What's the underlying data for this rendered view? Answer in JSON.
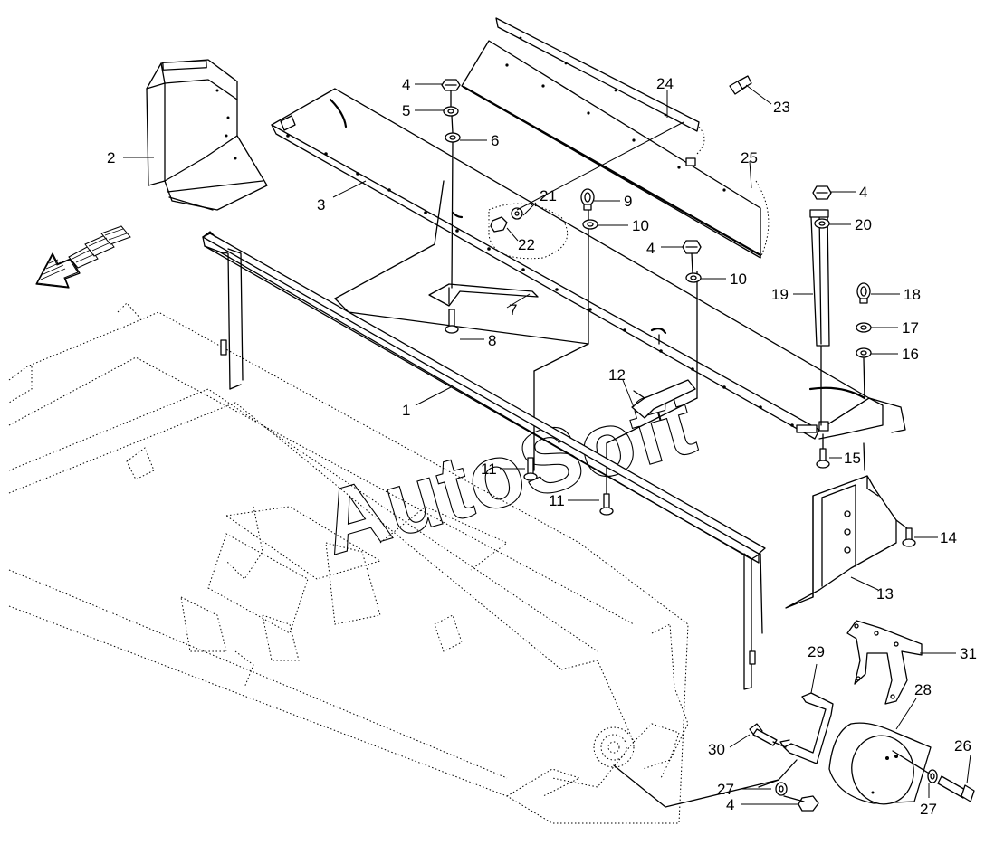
{
  "watermark": "AutoSoft",
  "callouts": [
    {
      "id": "c1",
      "text": "1"
    },
    {
      "id": "c2",
      "text": "2"
    },
    {
      "id": "c3",
      "text": "3"
    },
    {
      "id": "c4a",
      "text": "4"
    },
    {
      "id": "c4b",
      "text": "4"
    },
    {
      "id": "c4c",
      "text": "4"
    },
    {
      "id": "c4d",
      "text": "4"
    },
    {
      "id": "c5",
      "text": "5"
    },
    {
      "id": "c6",
      "text": "6"
    },
    {
      "id": "c7",
      "text": "7"
    },
    {
      "id": "c8",
      "text": "8"
    },
    {
      "id": "c9",
      "text": "9"
    },
    {
      "id": "c10a",
      "text": "10"
    },
    {
      "id": "c10b",
      "text": "10"
    },
    {
      "id": "c11a",
      "text": "11"
    },
    {
      "id": "c11b",
      "text": "11"
    },
    {
      "id": "c12",
      "text": "12"
    },
    {
      "id": "c13",
      "text": "13"
    },
    {
      "id": "c14",
      "text": "14"
    },
    {
      "id": "c15",
      "text": "15"
    },
    {
      "id": "c16",
      "text": "16"
    },
    {
      "id": "c17",
      "text": "17"
    },
    {
      "id": "c18",
      "text": "18"
    },
    {
      "id": "c19",
      "text": "19"
    },
    {
      "id": "c20",
      "text": "20"
    },
    {
      "id": "c21",
      "text": "21"
    },
    {
      "id": "c22",
      "text": "22"
    },
    {
      "id": "c23",
      "text": "23"
    },
    {
      "id": "c24",
      "text": "24"
    },
    {
      "id": "c25",
      "text": "25"
    },
    {
      "id": "c26",
      "text": "26"
    },
    {
      "id": "c27a",
      "text": "27"
    },
    {
      "id": "c27b",
      "text": "27"
    },
    {
      "id": "c28",
      "text": "28"
    },
    {
      "id": "c29",
      "text": "29"
    },
    {
      "id": "c30",
      "text": "30"
    },
    {
      "id": "c31",
      "text": "31"
    }
  ]
}
